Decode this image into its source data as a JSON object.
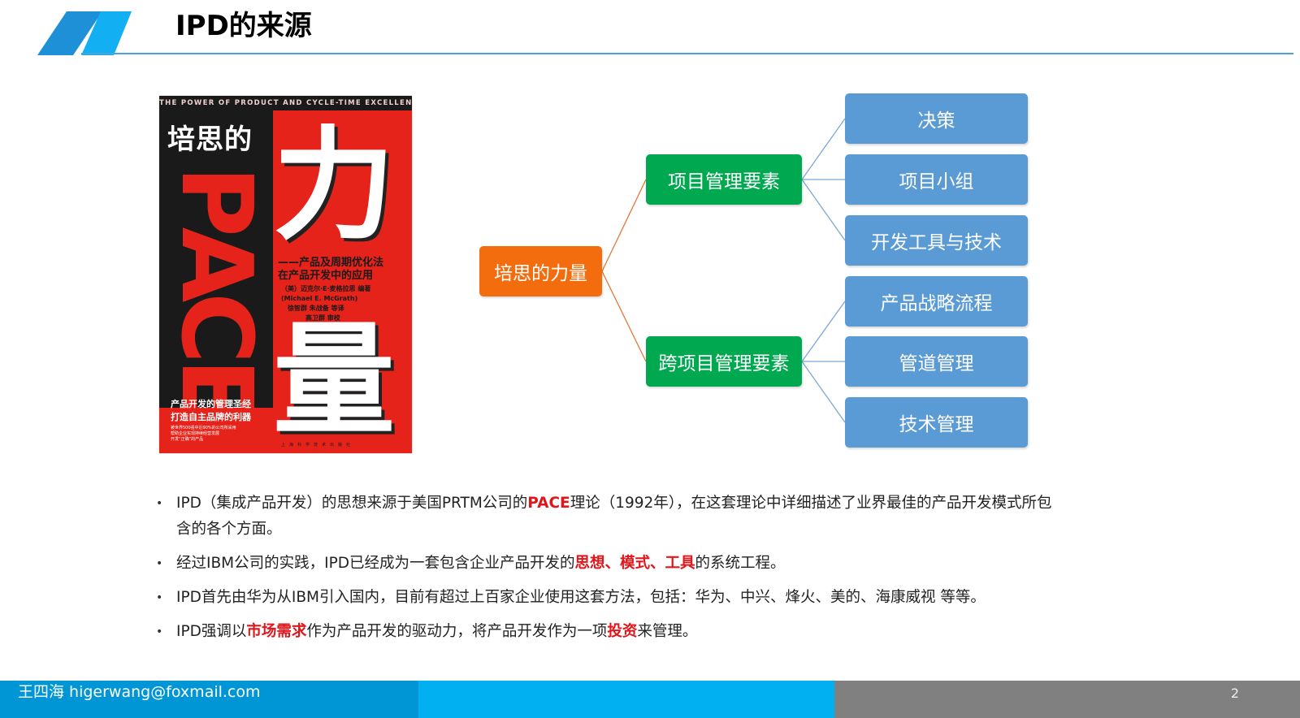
{
  "header": {
    "title": "IPD的来源",
    "accent_colors": [
      "#1e90d8",
      "#12b0f2"
    ],
    "rule_color": "#4aa3d6"
  },
  "book_cover": {
    "top_banner": "THE POWER OF PRODUCT AND CYCLE-TIME EXCELLENCE",
    "title_prefix": "培思的",
    "title_big_1": "力",
    "title_big_2": "量",
    "pace_letters": [
      "P",
      "A",
      "C",
      "E"
    ],
    "subtitle_1": "——产品及周期优化法",
    "subtitle_2": "在产品开发中的应用",
    "author_cn": "（美）迈克尔·E·麦格拉思  编著",
    "author_en": "(Michael E. McGrath)",
    "translators": "徐智群  朱战备  等译",
    "reviewer": "高卫群  审校",
    "slogan_1": "产品开发的管理圣经",
    "slogan_2": "打造自主品牌的利器",
    "small_text": [
      "被世界500强中近90%的公司所采用",
      "帮助企业实现持续经营发展",
      "开发“正确”的产品"
    ],
    "publisher": "上海科学技术出版社"
  },
  "diagram": {
    "root": {
      "label": "培思的力量",
      "color": "#f36c0d"
    },
    "branches": [
      {
        "label": "项目管理要素",
        "color": "#00a850",
        "children": [
          "决策",
          "项目小组",
          "开发工具与技术"
        ]
      },
      {
        "label": "跨项目管理要素",
        "color": "#00a850",
        "children": [
          "产品战略流程",
          "管道管理",
          "技术管理"
        ]
      }
    ],
    "leaf_color": "#5b9bd5",
    "root_link_color": "#e07a3a",
    "leaf_link_color": "#7ba7d6"
  },
  "bullets": [
    {
      "parts": [
        {
          "text": "IPD（集成产品开发）的思想来源于美国PRTM公司的",
          "hl": false
        },
        {
          "text": "PACE",
          "hl": true
        },
        {
          "text": "理论（1992年），在这套理论中详细描述了业界最佳的产品开发模式所包含的各个方面。",
          "hl": false
        }
      ]
    },
    {
      "parts": [
        {
          "text": "经过IBM公司的实践，IPD已经成为一套包含企业产品开发的",
          "hl": false
        },
        {
          "text": "思想、模式、工具",
          "hl": true
        },
        {
          "text": "的系统工程。",
          "hl": false
        }
      ]
    },
    {
      "parts": [
        {
          "text": "IPD首先由华为从IBM引入国内，目前有超过上百家企业使用这套方法，包括：华为、中兴、烽火、美的、海康威视 等等。",
          "hl": false
        }
      ]
    },
    {
      "parts": [
        {
          "text": "IPD强调以",
          "hl": false
        },
        {
          "text": "市场需求",
          "hl": true
        },
        {
          "text": "作为产品开发的驱动力，将产品开发作为一项",
          "hl": false
        },
        {
          "text": "投资",
          "hl": true
        },
        {
          "text": "来管理。",
          "hl": false
        }
      ]
    }
  ],
  "footer": {
    "author": "王四海 higerwang@foxmail.com",
    "page_number": "2",
    "colors": [
      "#0096d6",
      "#00b0f0",
      "#808080"
    ]
  }
}
